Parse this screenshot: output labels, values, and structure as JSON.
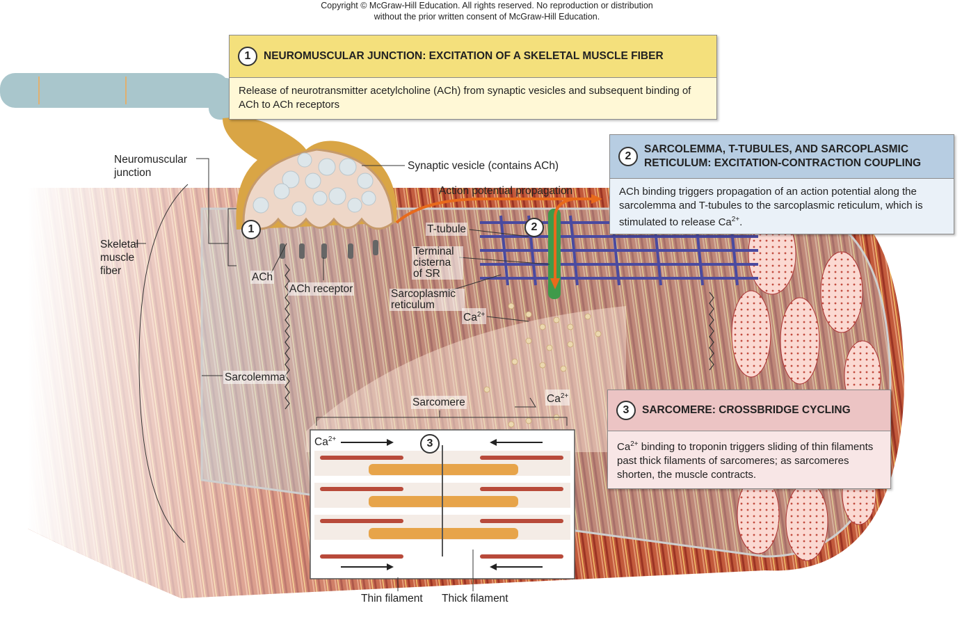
{
  "copyright": "Copyright © McGraw-Hill Education.  All rights reserved. No reproduction or distribution without the prior written consent of McGraw-Hill Education.",
  "steps": [
    {
      "number": "1",
      "title": "NEUROMUSCULAR JUNCTION: EXCITATION OF A SKELETAL MUSCLE FIBER",
      "description": "Release of neurotransmitter acetylcholine (ACh) from synaptic vesicles and subsequent binding of ACh to ACh receptors"
    },
    {
      "number": "2",
      "title": "SARCOLEMMA, T-TUBULES, AND SARCOPLASMIC RETICULUM: EXCITATION-CONTRACTION COUPLING",
      "description": "ACh binding triggers propagation of an action potential along the sarcolemma and T-tubules to the sarcoplasmic reticulum, which is stimulated to release Ca",
      "description_sup": "2+",
      "description_end": "."
    },
    {
      "number": "3",
      "title": "SARCOMERE: CROSSBRIDGE CYCLING",
      "description_pre": "Ca",
      "description_sup": "2+",
      "description": " binding to troponin triggers sliding of thin filaments past thick filaments of sarcomeres; as sarcomeres shorten, the muscle contracts."
    }
  ],
  "labels": {
    "neuromuscular_junction": "Neuromuscular junction",
    "skeletal_muscle_fiber": "Skeletal muscle fiber",
    "synaptic_vesicle": "Synaptic vesicle (contains ACh)",
    "action_potential": "Action potential propagation",
    "t_tubule": "T-tubule",
    "terminal_cisterna": "Terminal cisterna of SR",
    "sarcoplasmic_reticulum": "Sarcoplasmic reticulum",
    "ach": "ACh",
    "ach_receptor": "ACh receptor",
    "ca": "Ca",
    "ca_sup": "2+",
    "sarcolemma": "Sarcolemma",
    "sarcomere": "Sarcomere",
    "thin_filament": "Thin filament",
    "thick_filament": "Thick filament"
  },
  "colors": {
    "muscle": "#b5462e",
    "muscle_light": "#e8a78e",
    "fat_band": "#f0c65a",
    "t_tubule": "#4a4aa0",
    "sr_green": "#3f9a4a",
    "action_potential_arrow": "#e86a1c",
    "neuron": "#d9a545",
    "myelin": "#a9c6cc"
  }
}
